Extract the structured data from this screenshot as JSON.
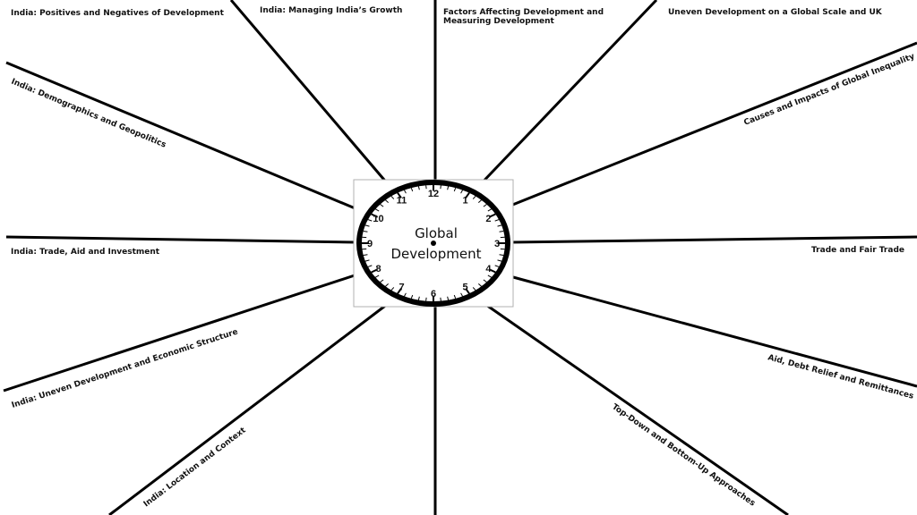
{
  "center": {
    "title_line1": "Global",
    "title_line2": "Development"
  },
  "clock_numbers": [
    "12",
    "1",
    "2",
    "3",
    "4",
    "5",
    "6",
    "7",
    "8",
    "9",
    "10",
    "11"
  ],
  "topics": {
    "positives_negatives": "India: Positives and Negatives of Development",
    "managing_growth": "India: Managing India’s  Growth",
    "factors_line1": "Factors Affecting Development and",
    "factors_line2": "Measuring Development",
    "uneven_global_uk": "Uneven Development on a Global Scale and UK",
    "causes_impacts": "Causes and Impacts of Global Inequality",
    "demographics": "India: Demographics and Geopolitics",
    "trade_aid_investment": "India: Trade, Aid and Investment",
    "trade_fair_trade": "Trade and Fair Trade",
    "uneven_economic": "India: Uneven Development and Economic Structure",
    "aid_debt": "Aid, Debt Relief and Remittances",
    "location_context": "India: Location and Context",
    "top_down": "Top-Down and Bottom-Up Approaches"
  }
}
